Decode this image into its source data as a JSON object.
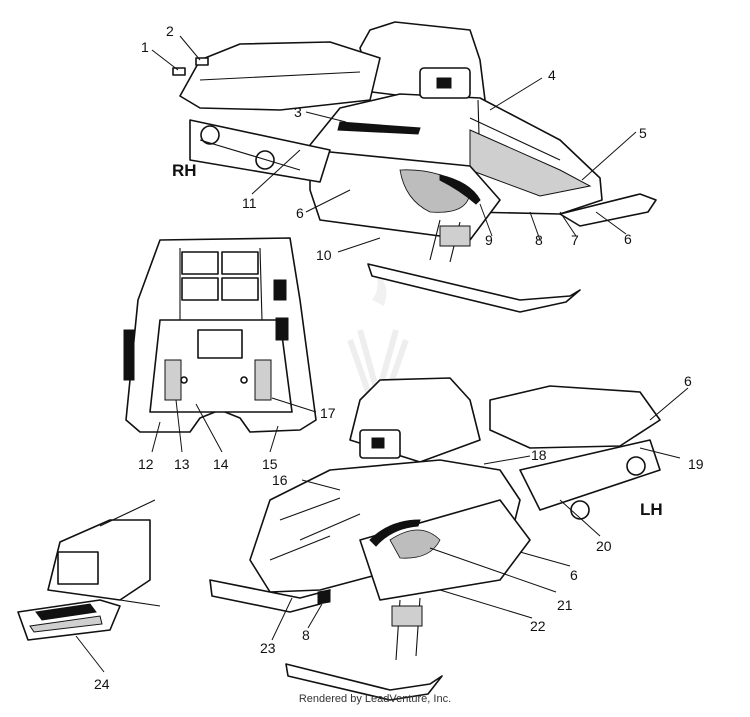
{
  "side_labels": {
    "rh": "RH",
    "lh": "LH"
  },
  "callouts": [
    "1",
    "2",
    "3",
    "4",
    "5",
    "6",
    "7",
    "8",
    "9",
    "10",
    "11",
    "12",
    "13",
    "14",
    "15",
    "16",
    "17",
    "18",
    "19",
    "20",
    "21",
    "22",
    "23",
    "24"
  ],
  "extra_callouts": {
    "six_b": "6",
    "six_c": "6",
    "six_d": "6",
    "six_e": "6",
    "eight_b": "8"
  },
  "footer": "Rendered by LeadVenture, Inc.",
  "colors": {
    "line": "#111111",
    "background": "#ffffff",
    "watermark": "#e6e6e6"
  }
}
